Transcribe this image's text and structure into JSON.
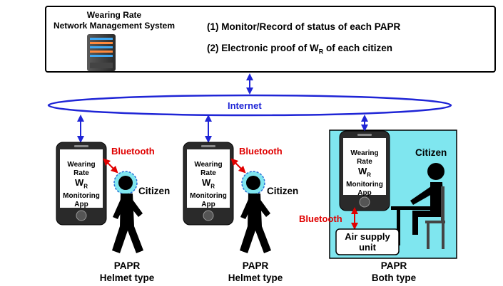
{
  "system": {
    "title_line1": "Wearing Rate",
    "title_line2": "Network Management System",
    "feature1": "(1) Monitor/Record of status of each PAPR",
    "feature2_prefix": "(2) Electronic proof of W",
    "feature2_sub": "R",
    "feature2_suffix": " of each citizen"
  },
  "internet_label": "Internet",
  "bluetooth_label": "Bluetooth",
  "citizen_label": "Citizen",
  "app": {
    "line1": "Wearing",
    "line2": "Rate",
    "wr_main": "W",
    "wr_sub": "R",
    "line4": "Monitoring",
    "line5": "App"
  },
  "air_supply": {
    "line1": "Air supply",
    "line2": "unit"
  },
  "captions": [
    {
      "line1": "PAPR",
      "line2": "Helmet type"
    },
    {
      "line1": "PAPR",
      "line2": "Helmet type"
    },
    {
      "line1": "PAPR",
      "line2": "Both type"
    }
  ],
  "colors": {
    "arrow_blue": "#1f25d6",
    "bluetooth_red": "#e00000",
    "cyan_panel": "#7fe6ef",
    "helmet_cyan": "#7fe6ef"
  }
}
